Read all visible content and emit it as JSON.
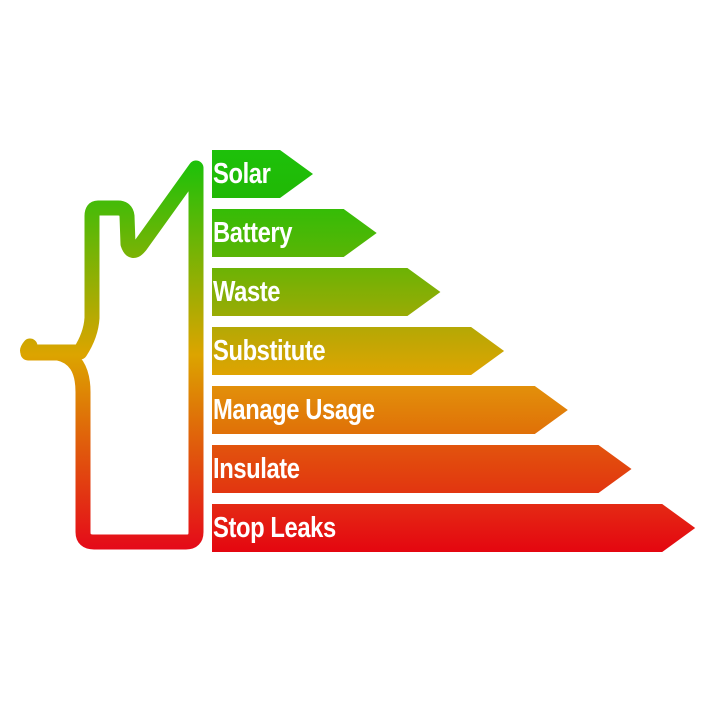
{
  "title_items": [
    {
      "label": "Solar",
      "color_top": "#1ec10a",
      "color_bottom": "#20b805"
    },
    {
      "label": "Battery",
      "color_top": "#35bc06",
      "color_bottom": "#5ab505"
    },
    {
      "label": "Waste",
      "color_top": "#6cb305",
      "color_bottom": "#9aab05"
    },
    {
      "label": "Substitute",
      "color_top": "#b4a805",
      "color_bottom": "#dfa402"
    },
    {
      "label": "Manage Usage",
      "color_top": "#e2900a",
      "color_bottom": "#e07008"
    },
    {
      "label": "Insulate",
      "color_top": "#e2540d",
      "color_bottom": "#e23510"
    },
    {
      "label": "Stop Leaks",
      "color_top": "#e42a14",
      "color_bottom": "#e40610"
    }
  ],
  "colors": {
    "green": "#16c20a",
    "yellow": "#dca400",
    "red": "#e5051a"
  }
}
